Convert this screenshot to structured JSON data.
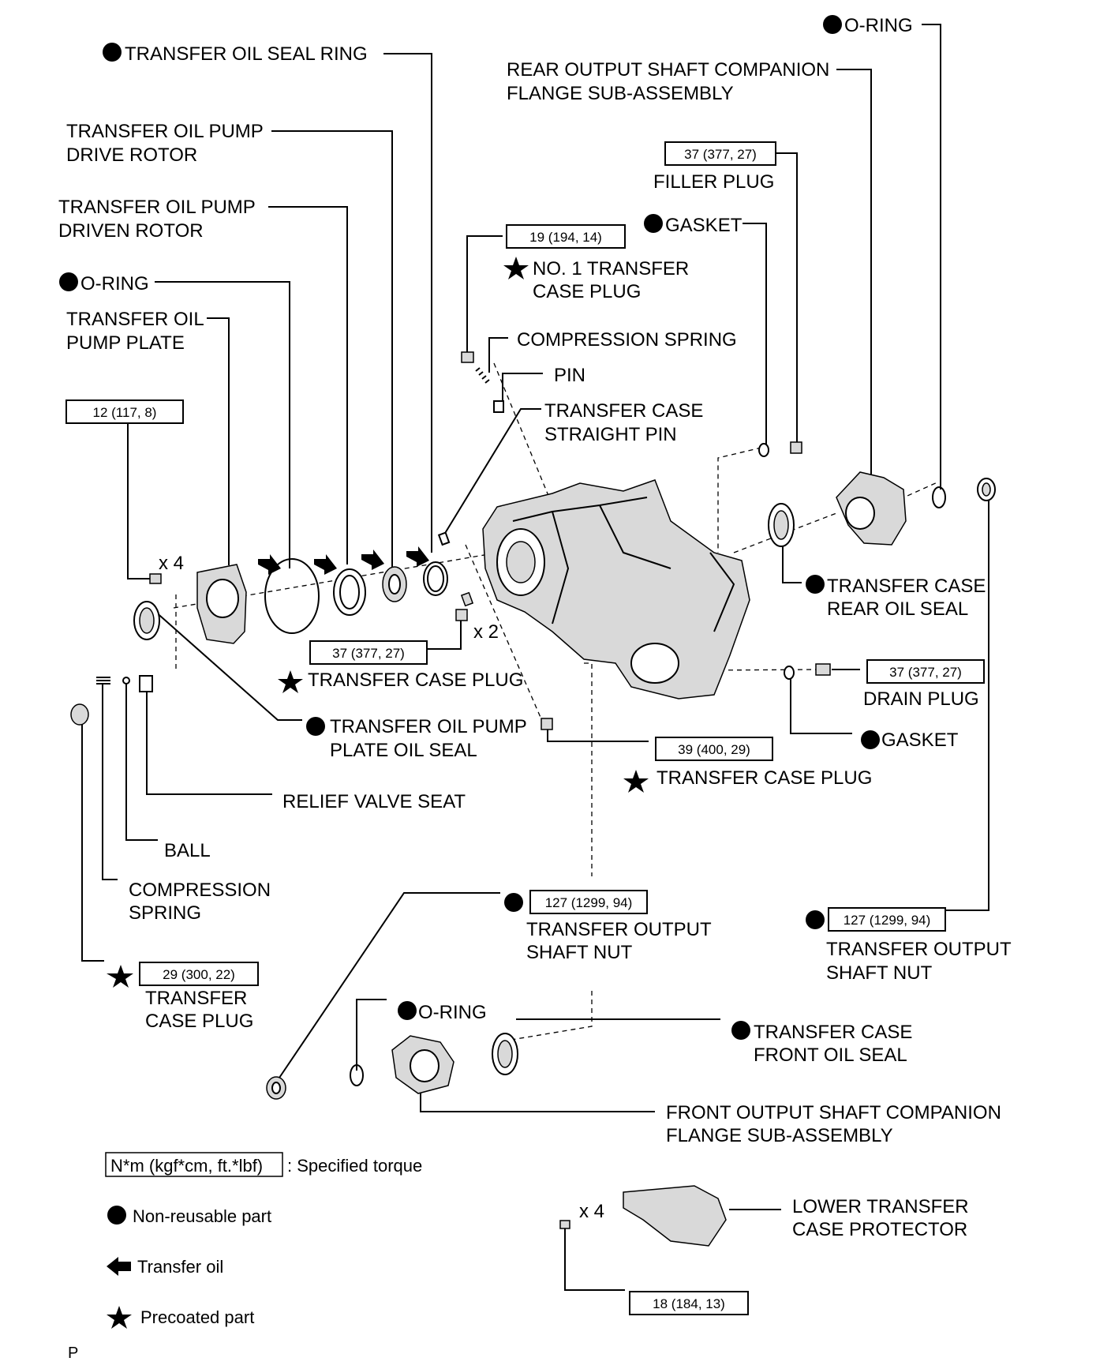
{
  "labels": {
    "oring_top_right": "O-RING",
    "oil_seal_ring": "TRANSFER OIL SEAL RING",
    "rear_flange_1": "REAR OUTPUT SHAFT COMPANION",
    "rear_flange_2": "FLANGE SUB-ASSEMBLY",
    "drive_rotor_1": "TRANSFER OIL PUMP",
    "drive_rotor_2": "DRIVE ROTOR",
    "filler_plug": "FILLER PLUG",
    "driven_rotor_1": "TRANSFER OIL PUMP",
    "driven_rotor_2": "DRIVEN ROTOR",
    "gasket_top": "GASKET",
    "no1_plug_1": "NO. 1 TRANSFER",
    "no1_plug_2": "CASE PLUG",
    "oring_left": "O-RING",
    "pump_plate_1": "TRANSFER OIL",
    "pump_plate_2": "PUMP PLATE",
    "comp_spring_top": "COMPRESSION SPRING",
    "pin": "PIN",
    "straight_pin_1": "TRANSFER CASE",
    "straight_pin_2": "STRAIGHT PIN",
    "x4_left": "x 4",
    "rear_seal_1": "TRANSFER CASE",
    "rear_seal_2": "REAR OIL SEAL",
    "x2": "x 2",
    "case_plug_mid": "TRANSFER CASE PLUG",
    "drain_plug": "DRAIN PLUG",
    "pump_plate_seal_1": "TRANSFER OIL PUMP",
    "pump_plate_seal_2": "PLATE OIL SEAL",
    "gasket_right": "GASKET",
    "case_plug_right": "TRANSFER CASE PLUG",
    "relief_valve": "RELIEF VALVE SEAT",
    "ball": "BALL",
    "comp_spring_left_1": "COMPRESSION",
    "comp_spring_left_2": "SPRING",
    "nut_mid_1": "TRANSFER OUTPUT",
    "nut_mid_2": "SHAFT NUT",
    "nut_right_1": "TRANSFER OUTPUT",
    "nut_right_2": "SHAFT NUT",
    "case_plug_left_1": "TRANSFER",
    "case_plug_left_2": "CASE PLUG",
    "oring_bottom": "O-RING",
    "front_seal_1": "TRANSFER CASE",
    "front_seal_2": "FRONT OIL SEAL",
    "front_flange_1": "FRONT OUTPUT SHAFT COMPANION",
    "front_flange_2": "FLANGE SUB-ASSEMBLY",
    "protector_1": "LOWER TRANSFER",
    "protector_2": "CASE PROTECTOR",
    "x4_bottom": "x 4",
    "page_mark": "P"
  },
  "torques": {
    "filler": "37 (377, 27)",
    "no1_plug": "19 (194, 14)",
    "pump_plate": "12 (117, 8)",
    "case_plug_mid": "37 (377, 27)",
    "drain": "37 (377, 27)",
    "case_plug_right": "39 (400, 29)",
    "nut_mid": "127 (1299, 94)",
    "nut_right": "127 (1299, 94)",
    "case_plug_left": "29 (300, 22)",
    "protector": "18 (184, 13)"
  },
  "legend": {
    "torque_box": "N*m (kgf*cm, ft.*lbf)",
    "torque_text": ": Specified torque",
    "nonreusable": "Non-reusable part",
    "oil": "Transfer oil",
    "precoated": "Precoated part"
  }
}
